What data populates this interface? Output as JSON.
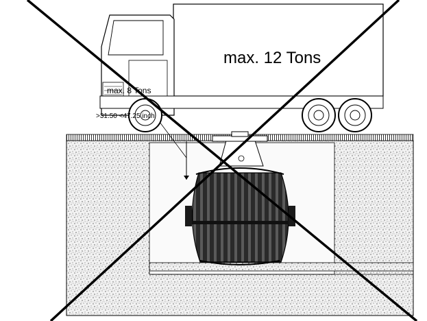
{
  "labels": {
    "truck_total_load": "max. 12 Tons",
    "axle_load": "max. 8 Tons",
    "cover_depth": ">31.50 <47.25 inch"
  },
  "colors": {
    "line": "#000000",
    "soil_fill": "#ebebeb",
    "gravel_fill": "#d8d8d8",
    "tank_fill": "#3c3c3c",
    "background": "#ffffff"
  }
}
